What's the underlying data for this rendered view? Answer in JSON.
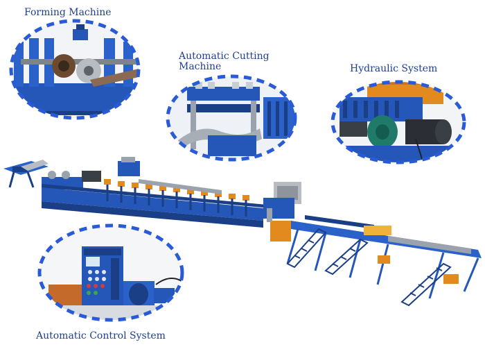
{
  "labels": {
    "forming": "Forming Machine",
    "cutting_line1": "Automatic Cutting",
    "cutting_line2": "Machine",
    "hydraulic": "Hydraulic System",
    "control": "Automatic Control System"
  },
  "colors": {
    "label_text": "#1e3f8f",
    "dash_ring": "#2a5bd7",
    "machine_blue": "#2457b8",
    "machine_dark": "#1a3f86",
    "accent_orange": "#e38a1f",
    "steel": "#9aa3ad",
    "background": "#ffffff"
  }
}
